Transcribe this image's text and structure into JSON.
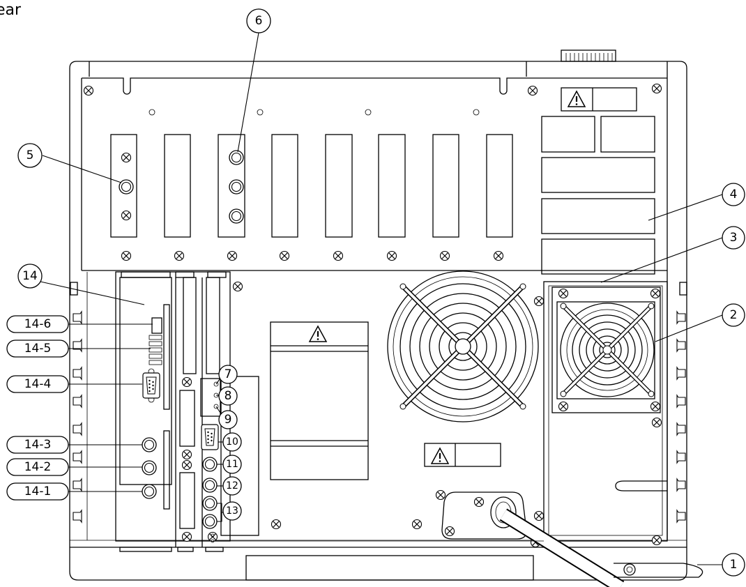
{
  "title": "ear",
  "callouts": {
    "c1": "1",
    "c2": "2",
    "c3": "3",
    "c4": "4",
    "c5": "5",
    "c6": "6",
    "c7": "7",
    "c8": "8",
    "c9": "9",
    "c10": "10",
    "c11": "11",
    "c12": "12",
    "c13": "13",
    "c14": "14",
    "c14_1": "14-1",
    "c14_2": "14-2",
    "c14_3": "14-3",
    "c14_4": "14-4",
    "c14_5": "14-5",
    "c14_6": "14-6"
  }
}
